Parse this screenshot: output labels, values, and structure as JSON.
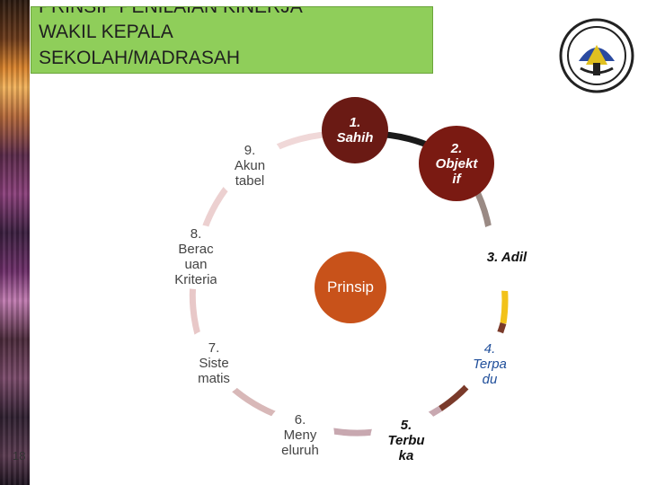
{
  "title": {
    "line1": "PRINSIP PENILAIAN KINERJA",
    "line2": "WAKIL KEPALA",
    "line3": "SEKOLAH/MADRASAH"
  },
  "center_label": "Prinsip",
  "nodes": [
    {
      "id": "1",
      "lines": [
        "1.",
        "Sahih"
      ]
    },
    {
      "id": "2",
      "lines": [
        "2.",
        "Objekt",
        "if"
      ]
    },
    {
      "id": "3",
      "lines": [
        "3. Adil"
      ]
    },
    {
      "id": "4",
      "lines": [
        "4.",
        "Terpa",
        "du"
      ]
    },
    {
      "id": "5",
      "lines": [
        "5.",
        "Terbu",
        "ka"
      ]
    },
    {
      "id": "6",
      "lines": [
        "6.",
        "Meny",
        "eluruh"
      ]
    },
    {
      "id": "7",
      "lines": [
        "7.",
        "Siste",
        "matis"
      ]
    },
    {
      "id": "8",
      "lines": [
        "8.",
        "Berac",
        "uan",
        "Kriteria"
      ]
    },
    {
      "id": "9",
      "lines": [
        "9.",
        "Akun",
        "tabel"
      ]
    }
  ],
  "ring_colors": [
    "#1a1a1a",
    "#9a8a84",
    "#f2c21a",
    "#7a3a2a",
    "#c8a8b0",
    "#e8c8c8"
  ],
  "page_number": "18",
  "logo_icon": "tut-wuri-handayani-logo"
}
